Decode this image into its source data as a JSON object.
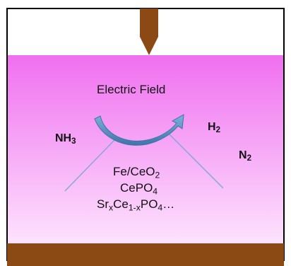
{
  "title": "Electric Field",
  "reactant": {
    "base": "NH",
    "sub": "3"
  },
  "products": [
    {
      "base": "H",
      "sub": "2"
    },
    {
      "base": "N",
      "sub": "2"
    }
  ],
  "catalysts": {
    "line1": {
      "a": "Fe/CeO",
      "sub": "2"
    },
    "line2": {
      "a": "CePO",
      "sub": "4"
    },
    "line3": {
      "a": "Sr",
      "sub1": "x",
      "b": "Ce",
      "sub2": "1-x",
      "c": "PO",
      "sub3": "4",
      "d": "…"
    }
  },
  "colors": {
    "chamber_top": "#f06ff0",
    "chamber_bottom": "#fde3fd",
    "electrode": "#8b4a14",
    "arrow": "#5a8fbf",
    "lines": "#7ea8d4"
  }
}
